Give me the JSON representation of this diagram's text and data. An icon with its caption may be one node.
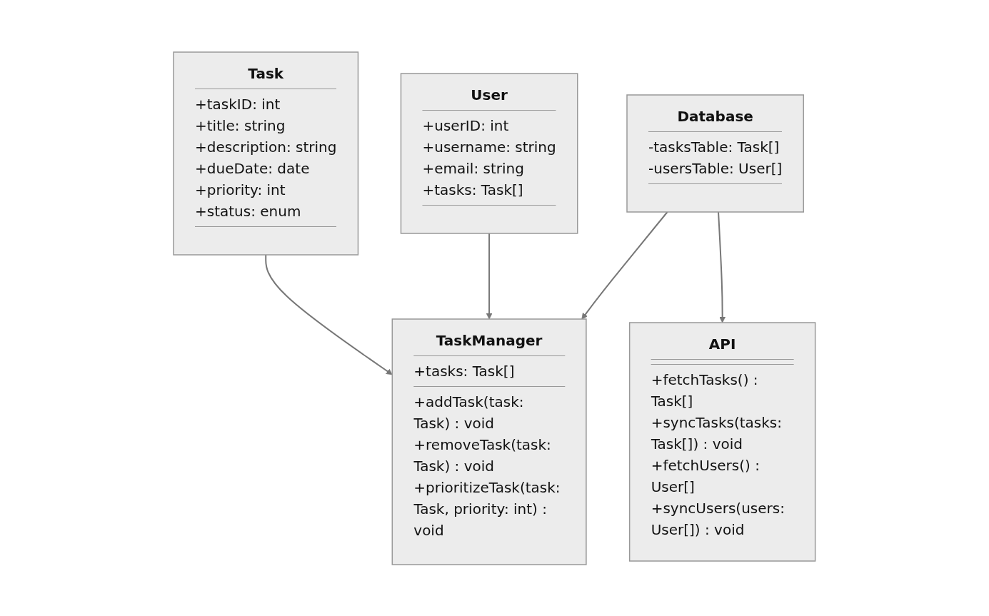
{
  "diagram": {
    "nodes": [
      {
        "text": [
          "Task",
          "+taskID: int",
          "+title: string",
          "+description: string",
          "+dueDate: date",
          "+priority: int",
          "+status: enum"
        ]
      },
      {
        "text": [
          "User",
          "+userID: int",
          "+username: string",
          "+email: string",
          "+tasks: Task[]"
        ]
      },
      {
        "text": [
          "Database",
          "-tasksTable: Task[]",
          "-usersTable: User[]"
        ]
      },
      {
        "text": [
          "TaskManager",
          "+tasks: Task[]",
          "+addTask(task: Task) : void",
          "+removeTask(task: Task) : void",
          "+prioritizeTask(task: Task, priority: int) : void"
        ]
      },
      {
        "text": [
          "API",
          "+fetchTasks() : Task[]",
          "+syncTasks(tasks: Task[]) : void",
          "+fetchUsers() : User[]",
          "+syncUsers(users: User[]) : void"
        ]
      }
    ],
    "edges": [
      {
        "from": 0,
        "to": 3,
        "arrow": "to"
      },
      {
        "from": 1,
        "to": 3,
        "arrow": "to"
      },
      {
        "from": 2,
        "to": 3,
        "arrow": "to"
      },
      {
        "from": 2,
        "to": 4,
        "arrow": "to"
      }
    ]
  }
}
